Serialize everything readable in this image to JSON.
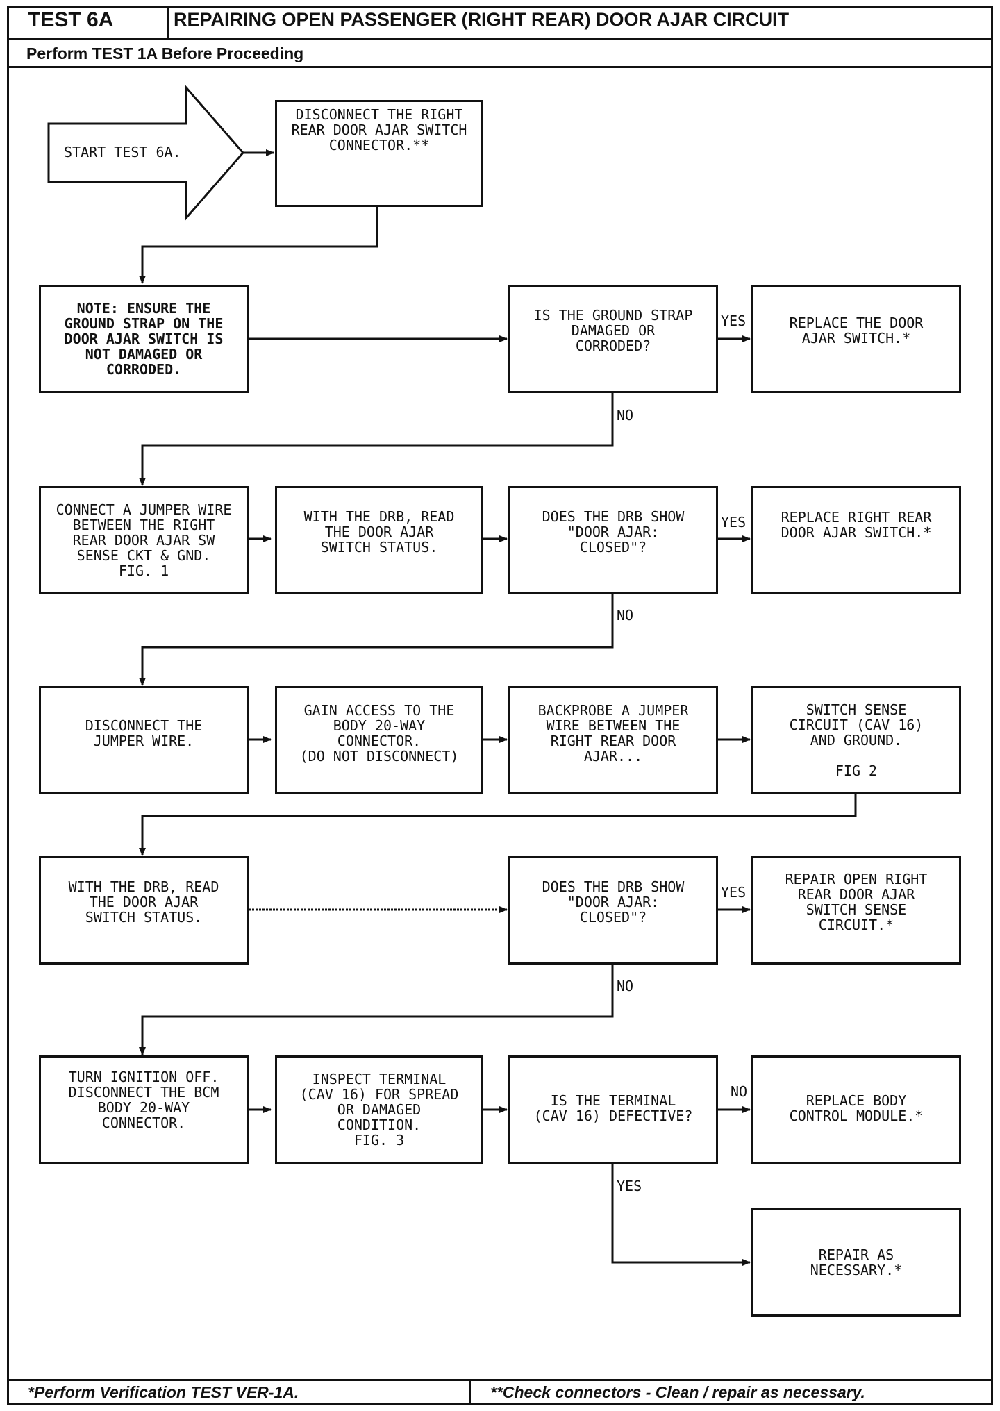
{
  "header": {
    "test_id": "TEST 6A",
    "title": "REPAIRING OPEN PASSENGER (RIGHT REAR) DOOR AJAR CIRCUIT",
    "prerequisite": "Perform TEST 1A Before Proceeding"
  },
  "flow": {
    "start": "START TEST 6A.",
    "disconnect_switch": "DISCONNECT THE RIGHT\nREAR DOOR AJAR SWITCH\nCONNECTOR.**",
    "note_ground": "NOTE: ENSURE THE\nGROUND STRAP ON THE\nDOOR AJAR SWITCH IS\nNOT DAMAGED OR\nCORRODED.",
    "q_ground_strap": "IS THE GROUND STRAP\nDAMAGED OR\nCORRODED?",
    "replace_switch_1": "REPLACE THE DOOR\nAJAR SWITCH.*",
    "connect_jumper": "CONNECT A JUMPER WIRE\nBETWEEN THE RIGHT\nREAR DOOR AJAR SW\nSENSE CKT & GND.\nFIG. 1",
    "read_drb_1": "WITH THE DRB, READ\nTHE DOOR AJAR\nSWITCH STATUS.",
    "q_drb_closed_1": "DOES THE DRB SHOW\n\"DOOR AJAR:\nCLOSED\"?",
    "replace_switch_2": "REPLACE RIGHT REAR\nDOOR AJAR SWITCH.*",
    "disconnect_jumper": "DISCONNECT THE\nJUMPER WIRE.",
    "gain_access": "GAIN ACCESS TO THE\nBODY 20-WAY\nCONNECTOR.\n(DO NOT DISCONNECT)",
    "backprobe": "BACKPROBE A JUMPER\nWIRE BETWEEN THE\nRIGHT REAR DOOR\nAJAR...",
    "switch_sense": "SWITCH SENSE\nCIRCUIT (CAV 16)\nAND GROUND.\n\nFIG 2",
    "read_drb_2": "WITH THE DRB, READ\nTHE DOOR AJAR\nSWITCH STATUS.",
    "q_drb_closed_2": "DOES THE DRB SHOW\n\"DOOR AJAR:\nCLOSED\"?",
    "repair_open": "REPAIR OPEN RIGHT\nREAR DOOR AJAR\nSWITCH SENSE\nCIRCUIT.*",
    "ignition_off": "TURN IGNITION OFF.\nDISCONNECT THE BCM\nBODY 20-WAY\nCONNECTOR.",
    "inspect_terminal": "INSPECT TERMINAL\n(CAV 16) FOR SPREAD\nOR DAMAGED\nCONDITION.\nFIG. 3",
    "q_terminal": "IS THE TERMINAL\n(CAV 16) DEFECTIVE?",
    "replace_bcm": "REPLACE BODY\nCONTROL MODULE.*",
    "repair_necessary": "REPAIR AS\nNECESSARY.*"
  },
  "labels": {
    "yes": "YES",
    "no": "NO"
  },
  "footer": {
    "left": "*Perform Verification TEST VER-1A.",
    "right": "**Check connectors - Clean / repair as necessary."
  }
}
